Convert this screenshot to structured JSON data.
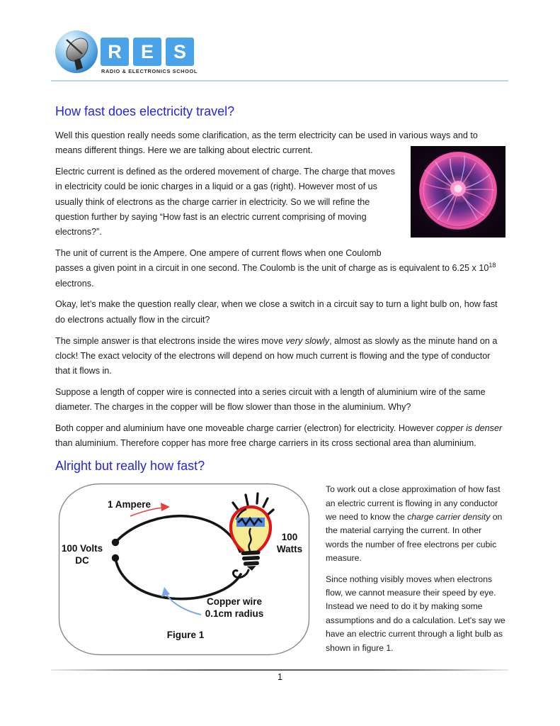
{
  "logo": {
    "letters": [
      "R",
      "E",
      "S"
    ],
    "tagline": "RADIO & ELECTRONICS SCHOOL",
    "square_color": "#4aa2e8"
  },
  "headings": {
    "h1": "How fast does electricity travel?",
    "h2": "Alright but really how fast?",
    "color": "#2424e8"
  },
  "paragraphs": {
    "p1": "Well this question really needs some clarification, as the term electricity can be used in various ways and to means different things. Here we are talking about electric current.",
    "p2": "Electric current is defined as the ordered movement of charge. The charge that moves in electricity could be ionic charges in a liquid or a gas (right). However most of us usually think of electrons as the charge carrier in electricity. So we will refine the question further by saying “How fast is an electric current comprising of moving electrons?”.",
    "p3_pre": "The unit of current is the Ampere. One ampere of current flows when one Coulomb passes a given point in a circuit in one second. The Coulomb is the unit of charge as is equivalent to 6.25 x 10",
    "p3_sup": "18",
    "p3_post": " electrons.",
    "p4": "Okay, let’s make the question really clear, when we close a switch in a circuit say to turn a light bulb on, how fast do electrons actually flow in the circuit?",
    "p5_pre": "The simple answer is that  electrons inside the wires move ",
    "p5_italic": "very slowly",
    "p5_post": ", almost as slowly as the minute hand on a clock! The exact velocity of the electrons will depend on how much current is flowing and the type of conductor  that it flows in.",
    "p6": "Suppose a length of copper wire is connected into a series circuit with a length of aluminium wire of the same diameter. The charges in the copper will be  flow slower than those in the aluminium.  Why?",
    "p7_pre": "Both copper and aluminium have one moveable charge carrier (electron) for electricity. However ",
    "p7_italic": "copper is denser",
    "p7_post": " than aluminium. Therefore copper has more free charge carriers in its cross sectional area than aluminium."
  },
  "right_column": {
    "p1_pre": "To work out a close approximation of how fast an electric current is flowing in any conductor we  need to know the ",
    "p1_italic": "charge carrier density",
    "p1_post": " on the material carrying the current. In other words the number of free electrons per cubic measure.",
    "p2": "Since nothing visibly moves when electrons flow, we cannot measure their speed by eye. Instead we need to do it by making some assumptions and do a calculation. Let's say we have an electric current through a light bulb as shown in figure 1."
  },
  "figure": {
    "ampere_label": "1 Ampere",
    "volts_line1": "100 Volts",
    "volts_line2": "DC",
    "watts_line1": "100",
    "watts_line2": "Watts",
    "wire_line1": "Copper wire",
    "wire_line2": "0.1cm radius",
    "caption": "Figure 1",
    "colors": {
      "volts_label": "#2424e8",
      "watts_label": "#149114",
      "ampere_arrow": "#e84040",
      "wire_arrow": "#7aa8e8"
    }
  },
  "footer": {
    "page_number": "1"
  }
}
